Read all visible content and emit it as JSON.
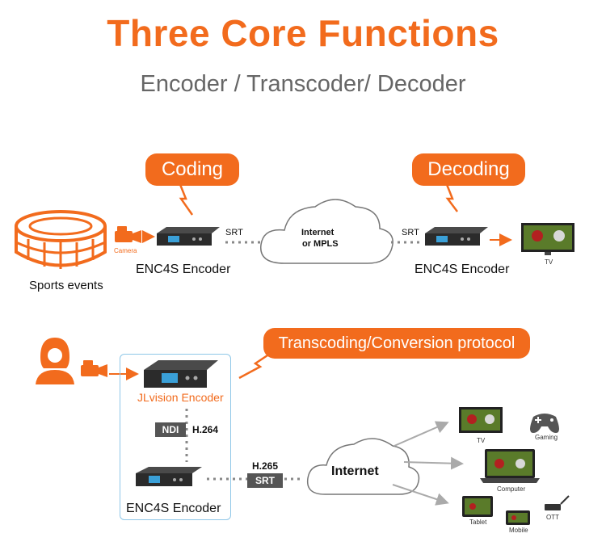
{
  "header": {
    "title": "Three Core Functions",
    "subtitle": "Encoder / Transcoder/ Decoder"
  },
  "top_section": {
    "coding_label": "Coding",
    "decoding_label": "Decoding",
    "source_label": "Sports events",
    "camera_label": "Camera",
    "encoder_label": "ENC4S Encoder",
    "decoder_label": "ENC4S Encoder",
    "srt_left": "SRT",
    "srt_right": "SRT",
    "cloud_line1": "Internet",
    "cloud_line2": "or MPLS",
    "tv_label": "TV"
  },
  "bottom_section": {
    "transcoding_label": "Transcoding/Conversion protocol",
    "jlvision_label": "JLvision Encoder",
    "ndi_tag": "NDI",
    "h264_label": "H.264",
    "h265_label": "H.265",
    "srt_tag": "SRT",
    "encoder_label": "ENC4S Encoder",
    "cloud_label": "Internet",
    "endpoints": {
      "tv": "TV",
      "gaming": "Gaming",
      "computer": "Computer",
      "tablet": "Tablet",
      "mobile": "Mobile",
      "ott": "OTT"
    }
  },
  "colors": {
    "accent": "#f26b1d",
    "frame_border": "#8fc7e8",
    "device": "#2b2b2b",
    "screen": "#3aa0d8"
  }
}
